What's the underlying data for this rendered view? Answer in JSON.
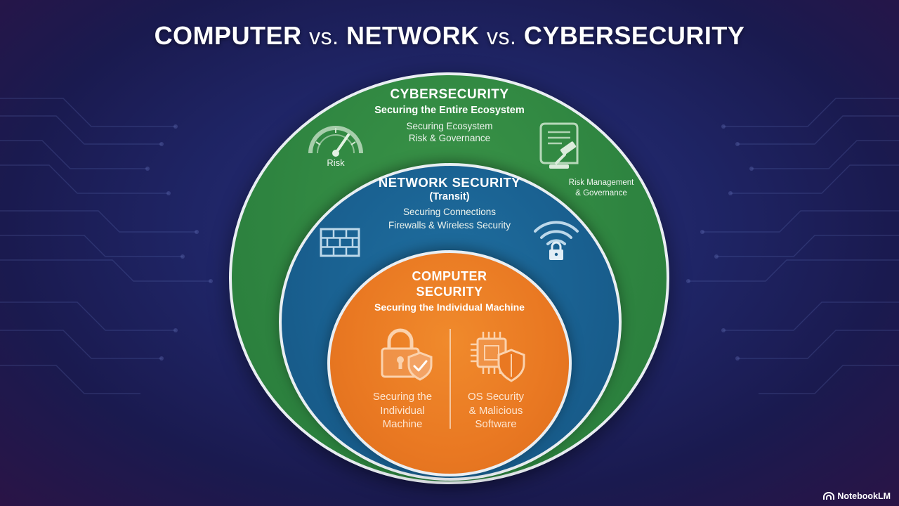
{
  "title": {
    "word1": "COMPUTER",
    "vs1": "vs.",
    "word2": "NETWORK",
    "vs2": "vs.",
    "word3": "CYBERSECURITY"
  },
  "cybersecurity": {
    "heading": "CYBERSECURITY",
    "subheading": "Securing the Entire Ecosystem",
    "line1": "Securing Ecosystem",
    "line2": "Risk & Governance",
    "risk_label": "Risk",
    "governance_label_1": "Risk Management",
    "governance_label_2": "& Governance",
    "color": "#2e8440"
  },
  "network_security": {
    "heading": "NETWORK SECURITY",
    "subheading": "(Transit)",
    "line1": "Securing Connections",
    "line2": "Firewalls & Wireless Security",
    "color": "#195f8f"
  },
  "computer_security": {
    "heading_1": "COMPUTER",
    "heading_2": "SECURITY",
    "subheading": "Securing the Individual Machine",
    "left_1": "Securing the",
    "left_2": "Individual",
    "left_3": "Machine",
    "right_1": "OS Security",
    "right_2": "& Malicious",
    "right_3": "Software",
    "color": "#e97822"
  },
  "icons": [
    "gauge-icon",
    "document-gavel-icon",
    "firewall-brick-icon",
    "wifi-lock-icon",
    "padlock-shield-icon",
    "chip-shield-icon"
  ],
  "brand": {
    "name": "NotebookLM"
  }
}
